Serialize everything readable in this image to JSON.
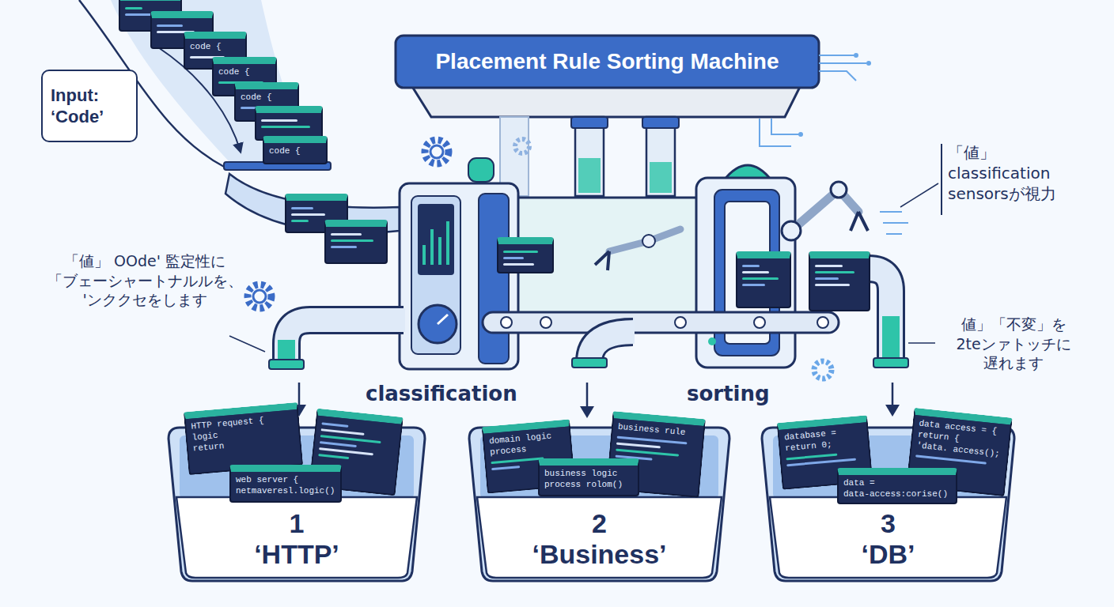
{
  "diagram": {
    "title": "Placement Rule Sorting Machine",
    "nodes": [
      {
        "text": [
          "Input: ‘Code’"
        ]
      },
      {
        "text": [
          "1",
          "‘HTTP’"
        ]
      },
      {
        "text": [
          "2",
          "‘Business’"
        ]
      },
      {
        "text": [
          "3",
          "‘DB’"
        ]
      }
    ],
    "labels": [
      "「値」 classification sensorsが視力",
      "「値」 OOde' 監定性に 「ブェーシャートナルルを、 'ンククセをします",
      "値」「不変」を 2teンァトッチに 遅れます",
      "classification",
      "sorting",
      "code {",
      "code {",
      "code {",
      "code {",
      "HTTP request {",
      "logic",
      "return",
      "web server {",
      "netmaveresl.logic()",
      "domain logic",
      "process",
      "business rule",
      "business logic",
      "process rolom()",
      "database =",
      "return 0;",
      "data =",
      "data-access:corise()",
      "data access = {",
      "return {",
      "'data. access();"
    ]
  }
}
